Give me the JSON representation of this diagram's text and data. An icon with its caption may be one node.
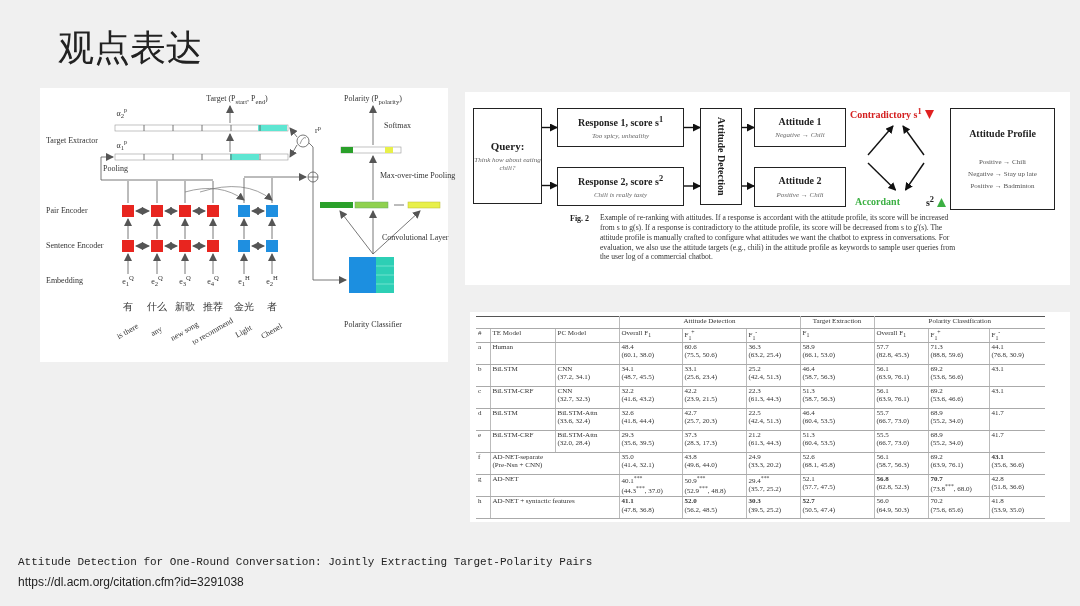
{
  "diagram": {
    "title": "观点表达",
    "nodes": [
      {
        "text": [
          "Query:",
          "Think how about eating chili?"
        ]
      },
      {
        "text": [
          "Response 1, score s$^{1}$",
          "Too spicy, unhealthy"
        ]
      },
      {
        "text": [
          "Response 2, score s$^{2}$",
          "Chili is really tasty"
        ]
      },
      {
        "text": [
          "Attitude Detection"
        ]
      },
      {
        "text": [
          "Attitude 1",
          "Negative → Chili"
        ]
      },
      {
        "text": [
          "Attitude 2",
          "Positive → Chili"
        ]
      },
      {
        "text": [
          "Contradictory s$^{1}$"
        ]
      },
      {
        "text": [
          "Accordant",
          "s$^{2}$"
        ]
      },
      {
        "text": [
          "Attitude Profile",
          "Positive → Chili",
          "Negative → Stay up late",
          "Positive → Badminton"
        ]
      }
    ],
    "edges": [
      {
        "from": 0,
        "to": 1,
        "arrow": "to"
      },
      {
        "from": 0,
        "to": 2,
        "arrow": "to"
      },
      {
        "from": 1,
        "to": 3,
        "arrow": "to"
      },
      {
        "from": 2,
        "to": 3,
        "arrow": "to"
      },
      {
        "from": 3,
        "to": 4,
        "arrow": "to"
      },
      {
        "from": 3,
        "to": 5,
        "arrow": "to"
      },
      {
        "from": null,
        "to": 6,
        "arrow": "to"
      },
      {
        "from": null,
        "to": 6,
        "arrow": "to"
      },
      {
        "from": null,
        "to": 7,
        "arrow": "to"
      },
      {
        "from": null,
        "to": 7,
        "arrow": "to"
      }
    ],
    "labels": [
      "Target (P$_{start}$, P$_{end}$)",
      "Polarity (P$_{polarity}$)",
      "α$_{2}$$^{p}$",
      "Target Extractor",
      "α$_{1}$$^{p}$",
      "r$^{p}$",
      "Softmax",
      "Pooling",
      "Max-over-time Pooling",
      "Pair Encoder",
      "Convolutional Layer",
      "Sentence Encoder",
      "Embedding",
      "e$_{1}$$^{Q}$",
      "e$_{2}$$^{Q}$",
      "e$_{3}$$^{Q}$",
      "e$_{4}$$^{Q}$",
      "e$_{1}$$^{H}$",
      "e$_{2}$$^{H}$",
      "有",
      "什么",
      "新歌",
      "推荐",
      "金光",
      "者",
      "is there",
      "any",
      "new song",
      "to recommend",
      "Light",
      "Chenel",
      "Polarity Classifier",
      "Fig. 2",
      "Example of re-ranking with attitudes. If a response is accordant with the attitude profile, its score will be increased from s to g(s). If a response is contradictory to the attitude profile, its score will be decreased from s to g'(s). The attitude profile is manually crafted to configure what attitudes we want the chatbot to express in conversations. For evaluation, we also use the attitude targets (e.g., chili) in the attitude profile as keywords to sample user queries from the user log of a commercial chatbot.",
      "Attitude Detection",
      "Target Extraction",
      "Polarity Classification",
      "#",
      "TE Model",
      "PC Model",
      "Overall F$_{1}$",
      "F$_{1}$$^{+}$",
      "F$_{1}$$^{-}$",
      "F$_{1}$",
      "Overall F$_{1}$",
      "F$_{1}$$^{+}$",
      "F$_{1}$$^{-}$",
      "a",
      "Human",
      "48.4 (60.1, 38.0)",
      "60.6 (75.5, 50.6)",
      "36.3 (63.2, 25.4)",
      "58.9 (66.1, 53.0)",
      "57.7 (82.8, 45.3)",
      "71.3 (88.8, 59.6)",
      "44.1 (76.8, 30.9)",
      "b",
      "BiLSTM",
      "CNN (37.2, 34.1)",
      "34.1 (48.7, 45.5)",
      "33.1 (25.6, 23.4)",
      "25.2 (42.4, 51.3)",
      "46.4 (58.7, 56.3)",
      "56.1 (63.9, 76.1)",
      "69.2 (53.6, 56.6)",
      "43.1",
      "c",
      "BiLSTM-CRF",
      "CNN (32.7, 32.3)",
      "32.2 (41.6, 43.2)",
      "42.2 (23.9, 21.5)",
      "22.3 (61.3, 44.3)",
      "51.3 (58.7, 56.3)",
      "56.1 (63.9, 76.1)",
      "69.2 (53.6, 46.6)",
      "43.1",
      "d",
      "BiLSTM",
      "BiLSTM-Attn (33.6, 32.4)",
      "32.6 (41.8, 44.4)",
      "42.7 (25.7, 20.3)",
      "22.5 (42.4, 51.3)",
      "46.4 (60.4, 53.5)",
      "55.7 (66.7, 73.0)",
      "68.9 (55.2, 34.0)",
      "41.7",
      "e",
      "BiLSTM-CRF",
      "BiLSTM-Attn (32.0, 28.4)",
      "29.3 (35.6, 39.5)",
      "37.3 (28.3, 17.3)",
      "21.2 (61.3, 44.3)",
      "51.3 (60.4, 53.5)",
      "55.5 (66.7, 73.0)",
      "68.9 (55.2, 34.0)",
      "41.7",
      "f",
      "AD-NET-separate (Pre-Nsn + CNN)",
      "35.0 (41.4, 32.1)",
      "43.8 (49.6, 44.0)",
      "24.9 (33.3, 20.2)",
      "52.6 (68.1, 45.8)",
      "56.1 (58.7, 56.3)",
      "69.2 (63.9, 76.1)",
      "**43.1** (35.6, 36.6)",
      "g",
      "AD-NET",
      "40.1$^{***}$ (44.3$^{***}$, 37.0)",
      "50.9$^{***}$ (52.9$^{***}$, 48.8)",
      "29.4$^{***}$ (35.7, 25.2)",
      "52.1 (57.7, 47.5)",
      "**56.8** (62.8, 52.3)",
      "**70.7** (73.8$^{***}$, 68.0)",
      "42.8 (51.8, 36.6)",
      "h",
      "AD-NET + syntactic features",
      "**41.1** (47.8, 36.8)",
      "**52.0** (56.2, 48.5)",
      "**30.3** (39.5, 25.2)",
      "**52.7** (50.5, 47.4)",
      "56.0 (64.9, 50.3)",
      "70.2 (75.6, 65.6)",
      "41.8 (53.9, 35.0)",
      "Attitude Detection for One-Round Conversation: Jointly Extracting Target-Polarity Pairs",
      "https://dl.acm.org/citation.cfm?id=3291038"
    ]
  }
}
